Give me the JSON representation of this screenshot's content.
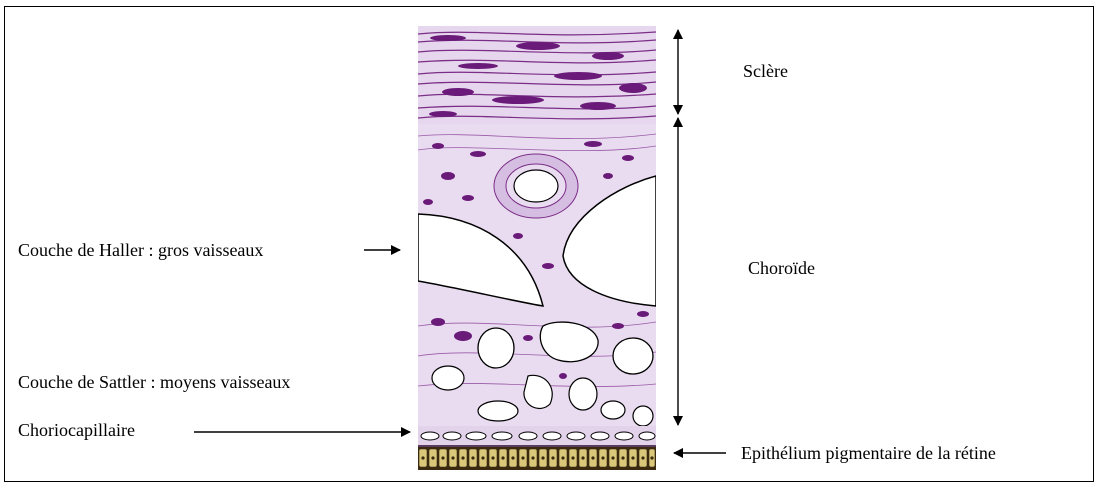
{
  "labels": {
    "sclere": "Sclère",
    "choroide": "Choroïde",
    "haller": "Couche de Haller : gros vaisseaux",
    "sattler": "Couche de Sattler : moyens vaisseaux",
    "choriocapillaire": "Choriocapillaire",
    "epithelium": "Epithélium pigmentaire de la rétine"
  },
  "colors": {
    "tissue_light": "#eadff0",
    "tissue_mid": "#c9a6d6",
    "fiber": "#7a2e86",
    "nucleus": "#6a1a78",
    "epithelium_cell": "#d9c77a",
    "epithelium_dark": "#3a2a10"
  }
}
